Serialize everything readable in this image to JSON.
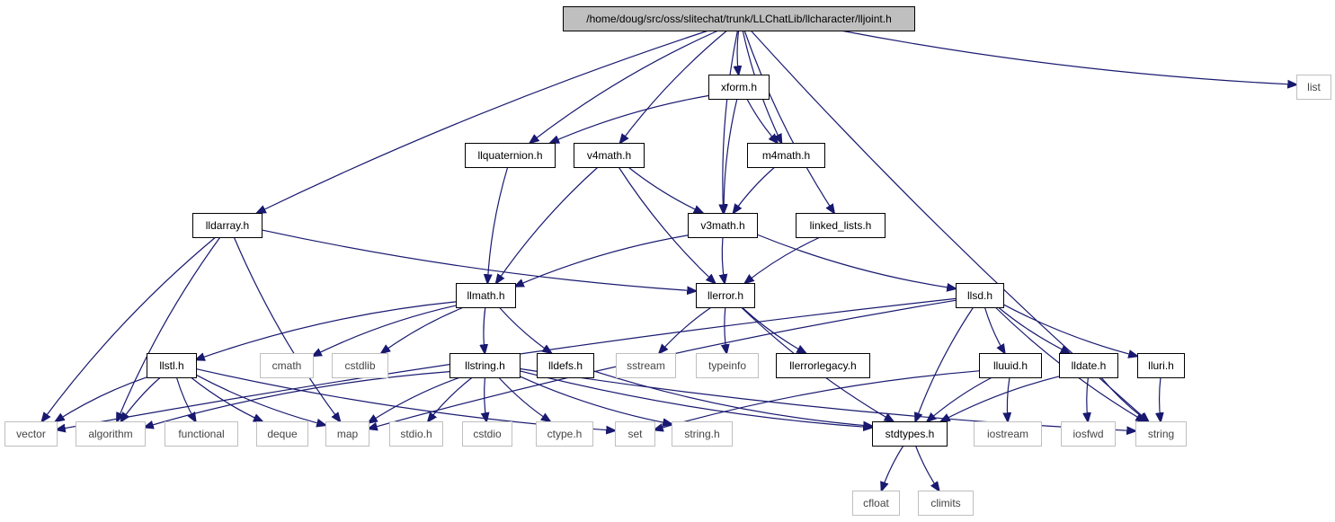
{
  "diagram": {
    "nodes": [
      {
        "id": "lljoint",
        "label": "/home/doug/src/oss/slitechat/trunk/LLChatLib/llcharacter/lljoint.h",
        "kind": "root"
      },
      {
        "id": "xform",
        "label": "xform.h",
        "kind": "local"
      },
      {
        "id": "list",
        "label": "list",
        "kind": "system"
      },
      {
        "id": "llquaternion",
        "label": "llquaternion.h",
        "kind": "local"
      },
      {
        "id": "v4math",
        "label": "v4math.h",
        "kind": "local"
      },
      {
        "id": "m4math",
        "label": "m4math.h",
        "kind": "local"
      },
      {
        "id": "lldarray",
        "label": "lldarray.h",
        "kind": "local"
      },
      {
        "id": "v3math",
        "label": "v3math.h",
        "kind": "local"
      },
      {
        "id": "linked_lists",
        "label": "linked_lists.h",
        "kind": "local"
      },
      {
        "id": "llmath",
        "label": "llmath.h",
        "kind": "local"
      },
      {
        "id": "llerror",
        "label": "llerror.h",
        "kind": "local"
      },
      {
        "id": "llsd",
        "label": "llsd.h",
        "kind": "local"
      },
      {
        "id": "llstl",
        "label": "llstl.h",
        "kind": "local"
      },
      {
        "id": "cmath",
        "label": "cmath",
        "kind": "system"
      },
      {
        "id": "cstdlib",
        "label": "cstdlib",
        "kind": "system"
      },
      {
        "id": "llstring",
        "label": "llstring.h",
        "kind": "local"
      },
      {
        "id": "lldefs",
        "label": "lldefs.h",
        "kind": "local"
      },
      {
        "id": "sstream",
        "label": "sstream",
        "kind": "system"
      },
      {
        "id": "typeinfo",
        "label": "typeinfo",
        "kind": "system"
      },
      {
        "id": "llerrorlegacy",
        "label": "llerrorlegacy.h",
        "kind": "local"
      },
      {
        "id": "lluuid",
        "label": "lluuid.h",
        "kind": "local"
      },
      {
        "id": "lldate",
        "label": "lldate.h",
        "kind": "local"
      },
      {
        "id": "lluri",
        "label": "lluri.h",
        "kind": "local"
      },
      {
        "id": "vector",
        "label": "vector",
        "kind": "system"
      },
      {
        "id": "algorithm",
        "label": "algorithm",
        "kind": "system"
      },
      {
        "id": "functional",
        "label": "functional",
        "kind": "system"
      },
      {
        "id": "deque",
        "label": "deque",
        "kind": "system"
      },
      {
        "id": "map",
        "label": "map",
        "kind": "system"
      },
      {
        "id": "stdio",
        "label": "stdio.h",
        "kind": "system"
      },
      {
        "id": "cstdio",
        "label": "cstdio",
        "kind": "system"
      },
      {
        "id": "ctype",
        "label": "ctype.h",
        "kind": "system"
      },
      {
        "id": "set",
        "label": "set",
        "kind": "system"
      },
      {
        "id": "stringh",
        "label": "string.h",
        "kind": "system"
      },
      {
        "id": "stdtypes",
        "label": "stdtypes.h",
        "kind": "local"
      },
      {
        "id": "iostream",
        "label": "iostream",
        "kind": "system"
      },
      {
        "id": "iosfwd",
        "label": "iosfwd",
        "kind": "system"
      },
      {
        "id": "string",
        "label": "string",
        "kind": "system"
      },
      {
        "id": "cfloat",
        "label": "cfloat",
        "kind": "system"
      },
      {
        "id": "climits",
        "label": "climits",
        "kind": "system"
      }
    ],
    "edges": [
      [
        "lljoint",
        "xform"
      ],
      [
        "lljoint",
        "list"
      ],
      [
        "lljoint",
        "string"
      ],
      [
        "lljoint",
        "llquaternion"
      ],
      [
        "lljoint",
        "v4math"
      ],
      [
        "lljoint",
        "v3math"
      ],
      [
        "lljoint",
        "m4math"
      ],
      [
        "lljoint",
        "lldarray"
      ],
      [
        "lljoint",
        "linked_lists"
      ],
      [
        "xform",
        "llquaternion"
      ],
      [
        "xform",
        "v3math"
      ],
      [
        "xform",
        "m4math"
      ],
      [
        "m4math",
        "v3math"
      ],
      [
        "llquaternion",
        "llmath"
      ],
      [
        "v4math",
        "llmath"
      ],
      [
        "v4math",
        "v3math"
      ],
      [
        "v4math",
        "llerror"
      ],
      [
        "lldarray",
        "llerror"
      ],
      [
        "lldarray",
        "vector"
      ],
      [
        "lldarray",
        "algorithm"
      ],
      [
        "lldarray",
        "map"
      ],
      [
        "v3math",
        "llmath"
      ],
      [
        "v3math",
        "llerror"
      ],
      [
        "v3math",
        "llsd"
      ],
      [
        "linked_lists",
        "llerror"
      ],
      [
        "llmath",
        "llstl"
      ],
      [
        "llmath",
        "cmath"
      ],
      [
        "llmath",
        "cstdlib"
      ],
      [
        "llmath",
        "llstring"
      ],
      [
        "llmath",
        "lldefs"
      ],
      [
        "llerror",
        "sstream"
      ],
      [
        "llerror",
        "typeinfo"
      ],
      [
        "llerror",
        "llerrorlegacy"
      ],
      [
        "llerror",
        "stdtypes"
      ],
      [
        "llsd",
        "vector"
      ],
      [
        "llsd",
        "map"
      ],
      [
        "llsd",
        "stdtypes"
      ],
      [
        "llsd",
        "lluuid"
      ],
      [
        "llsd",
        "lldate"
      ],
      [
        "llsd",
        "lluri"
      ],
      [
        "llsd",
        "string"
      ],
      [
        "llstl",
        "vector"
      ],
      [
        "llstl",
        "algorithm"
      ],
      [
        "llstl",
        "functional"
      ],
      [
        "llstl",
        "deque"
      ],
      [
        "llstl",
        "map"
      ],
      [
        "llstl",
        "set"
      ],
      [
        "llstring",
        "algorithm"
      ],
      [
        "llstring",
        "map"
      ],
      [
        "llstring",
        "stdio"
      ],
      [
        "llstring",
        "cstdio"
      ],
      [
        "llstring",
        "ctype"
      ],
      [
        "llstring",
        "stringh"
      ],
      [
        "llstring",
        "stdtypes"
      ],
      [
        "llstring",
        "string"
      ],
      [
        "lldefs",
        "stdtypes"
      ],
      [
        "lluuid",
        "set"
      ],
      [
        "lluuid",
        "stdtypes"
      ],
      [
        "lluuid",
        "iostream"
      ],
      [
        "lldate",
        "stdtypes"
      ],
      [
        "lldate",
        "iosfwd"
      ],
      [
        "lldate",
        "string"
      ],
      [
        "lluri",
        "string"
      ],
      [
        "stdtypes",
        "cfloat"
      ],
      [
        "stdtypes",
        "climits"
      ]
    ]
  }
}
